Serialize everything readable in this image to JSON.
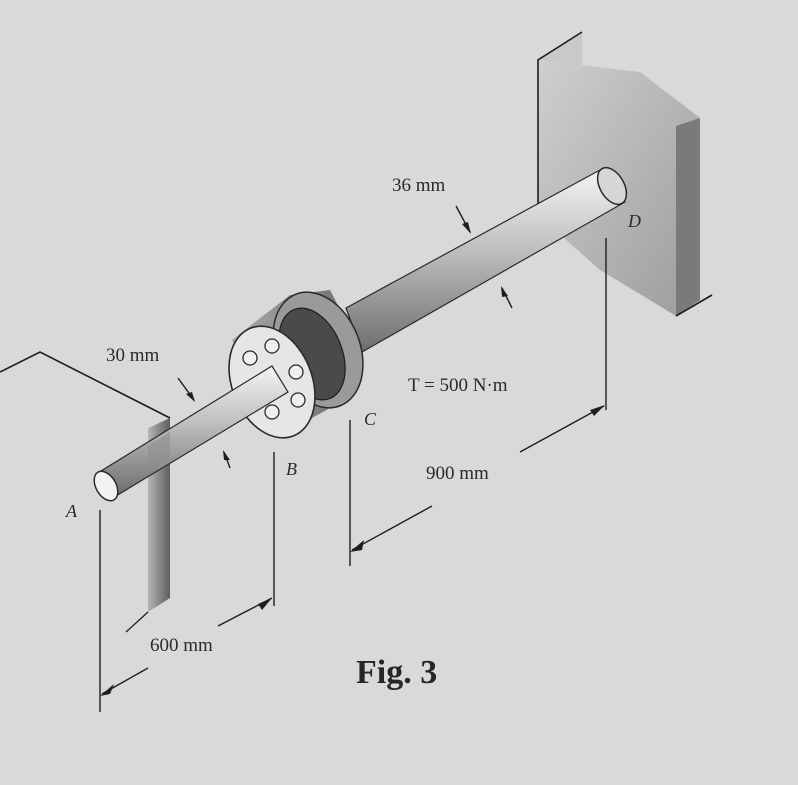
{
  "diagram": {
    "dimensions": {
      "dia_ab": "30 mm",
      "dia_cd": "36 mm",
      "length_ab": "600 mm",
      "length_cd": "900 mm",
      "torque": "T = 500 N·m"
    },
    "points": {
      "a": "A",
      "b": "B",
      "c": "C",
      "d": "D"
    },
    "caption": "Fig. 3"
  }
}
